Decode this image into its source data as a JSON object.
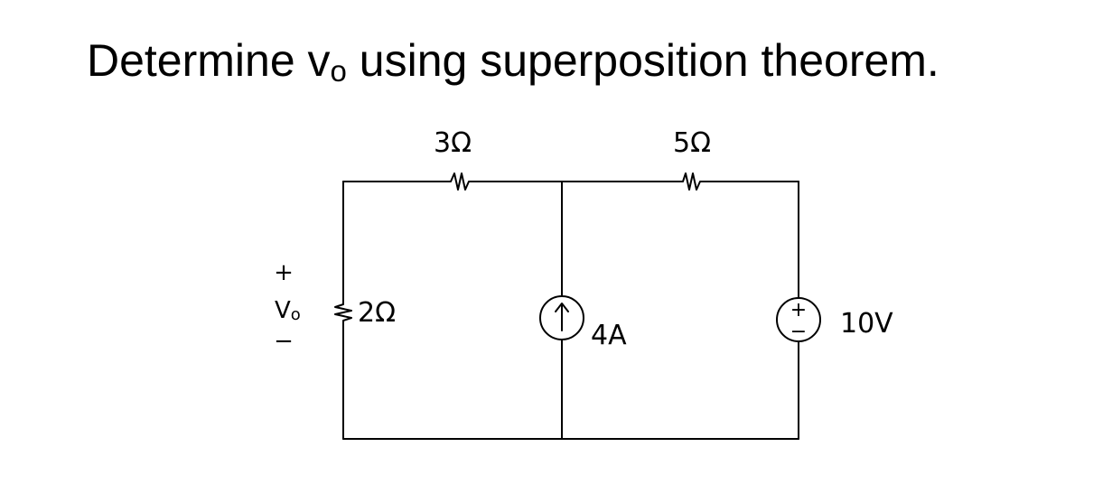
{
  "title": {
    "prefix": "Determine v",
    "subscript": "o",
    "suffix": " using superposition theorem."
  },
  "circuit": {
    "resistor_top_left": {
      "value": "3Ω"
    },
    "resistor_top_right": {
      "value": "5Ω"
    },
    "resistor_left": {
      "value": "2Ω"
    },
    "current_source": {
      "value": "4A"
    },
    "voltage_source": {
      "value": "10V",
      "plus": "+",
      "minus": "−"
    },
    "output": {
      "plus": "+",
      "label": "V",
      "subscript": "o",
      "minus": "−"
    }
  }
}
